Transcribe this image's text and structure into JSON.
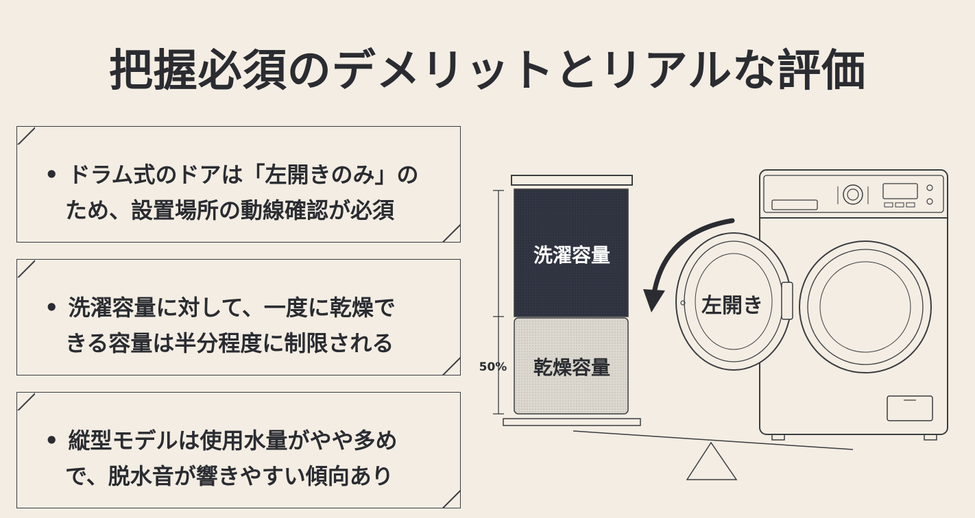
{
  "title": "把握必須のデメリットとリアルな評価",
  "cards": [
    {
      "line1": "ドラム式のドアは「左開きのみ」の",
      "line2": "ため、設置場所の動線確認が必須"
    },
    {
      "line1": "洗濯容量に対して、一度に乾燥で",
      "line2": "きる容量は半分程度に制限される"
    },
    {
      "line1": "縦型モデルは使用水量がやや多め",
      "line2": "で、脱水音が響きやすい傾向あり"
    }
  ],
  "bullet": "•",
  "diagram": {
    "wash_label": "洗濯容量",
    "dry_label": "乾燥容量",
    "percent_label": "50%",
    "door_label": "左開き",
    "dry_fraction": 0.5
  },
  "colors": {
    "background": "#f3ede3",
    "ink": "#2b2d31",
    "wash_fill": "#2f3340",
    "dry_fill": "#d9d5cc"
  }
}
